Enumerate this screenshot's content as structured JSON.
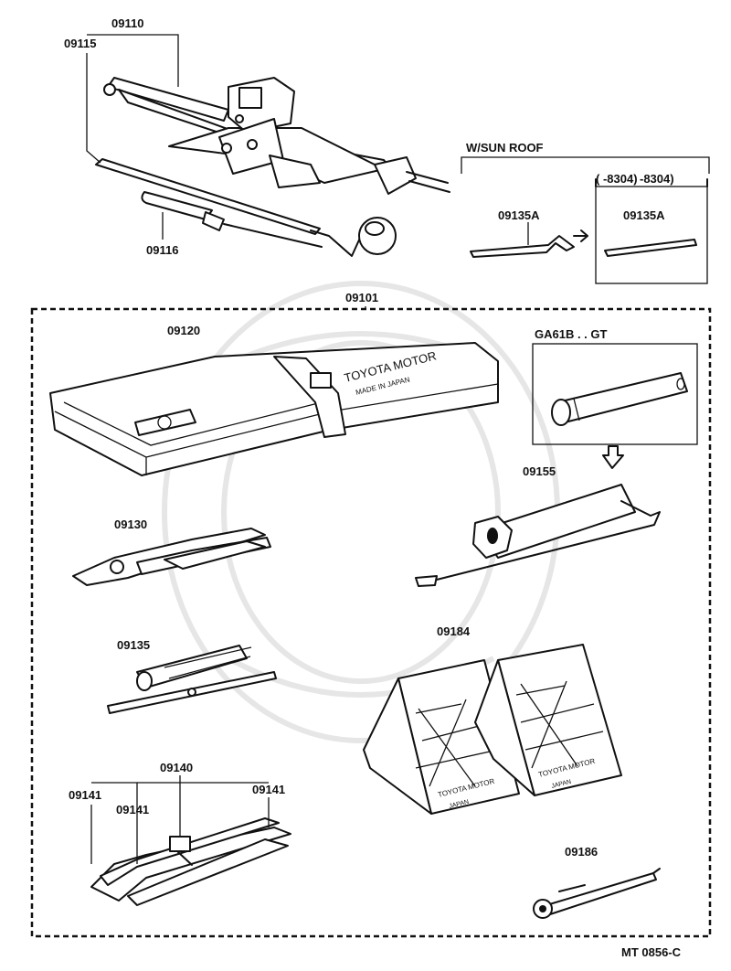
{
  "labels": {
    "jack_assy": "09110",
    "jack_handle": "09115",
    "wrench_handle": "09116",
    "sun_roof_header": "W/SUN ROOF",
    "range_note": "(      -8304)",
    "screwdriver_a_left": "09135A",
    "screwdriver_a_right": "09135A",
    "tool_set": "09101",
    "tool_bag": "09120",
    "variant": "GA61B . . GT",
    "plug_wrench": "09155",
    "pliers": "09130",
    "screwdriver": "09135",
    "chocks": "09184",
    "spanner_set": "09140",
    "spanner_a": "09141",
    "spanner_b": "09141",
    "spanner_c": "09141",
    "hook": "09186",
    "ref_code": "MT  0856-C"
  },
  "logo_text": {
    "bag_brand": "TOYOTA MOTOR",
    "bag_sub": "MADE IN JAPAN",
    "chock_brand": "TOYOTA MOTOR",
    "chock_sub": "JAPAN"
  }
}
